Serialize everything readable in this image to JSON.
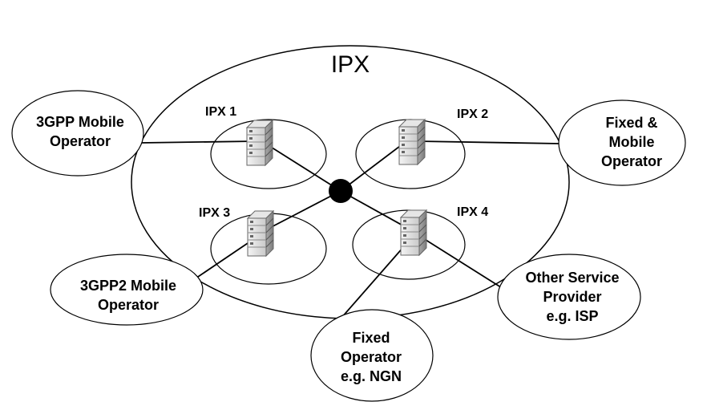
{
  "title": "IPX",
  "ipx_zones": [
    {
      "id": "ipx1",
      "label": "IPX 1"
    },
    {
      "id": "ipx2",
      "label": "IPX 2"
    },
    {
      "id": "ipx3",
      "label": "IPX 3"
    },
    {
      "id": "ipx4",
      "label": "IPX 4"
    }
  ],
  "operators": {
    "gpp_mobile": {
      "line1": "3GPP Mobile",
      "line2": "Operator"
    },
    "fixed_mobile": {
      "line1": "Fixed &",
      "line2": "Mobile",
      "line3": "Operator"
    },
    "gpp2_mobile": {
      "line1": "3GPP2 Mobile",
      "line2": "Operator"
    },
    "other_provider": {
      "line1": "Other Service",
      "line2": "Provider",
      "line3": "e.g. ISP"
    },
    "fixed_operator": {
      "line1": "Fixed",
      "line2": "Operator",
      "line3": "e.g. NGN"
    }
  },
  "colors": {
    "line": "#000000",
    "fill": "#ffffff",
    "hub": "#000000"
  },
  "icons": {
    "server": "server-icon",
    "hub": "hub-node"
  }
}
